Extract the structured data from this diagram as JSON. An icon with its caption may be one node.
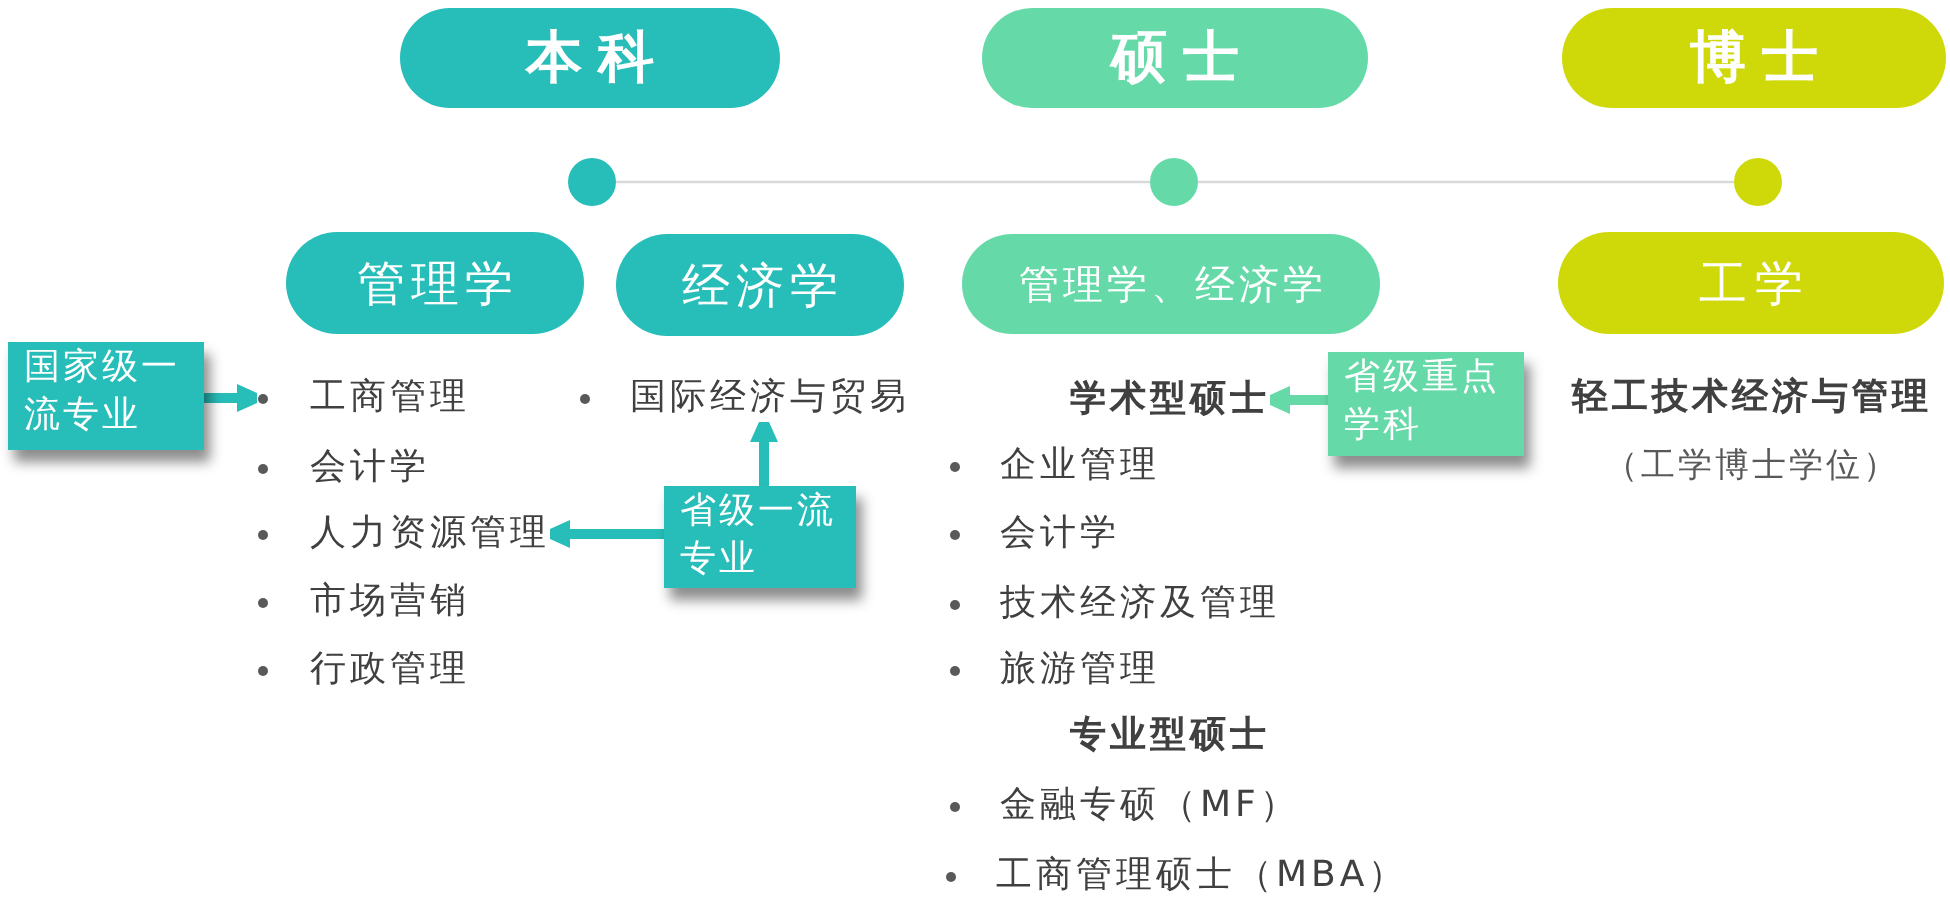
{
  "diagram": {
    "nodes": [
      {
        "text": [
          "本科"
        ]
      },
      {
        "text": [
          "硕士"
        ]
      },
      {
        "text": [
          "博士"
        ]
      },
      {
        "text": [],
        "shape": "circle"
      },
      {
        "text": [],
        "shape": "circle"
      },
      {
        "text": [],
        "shape": "circle"
      },
      {
        "text": [
          "管理学"
        ]
      },
      {
        "text": [
          "经济学"
        ]
      },
      {
        "text": [
          "管理学、经济学"
        ]
      },
      {
        "text": [
          "工学"
        ]
      },
      {
        "text": [
          "国家级一流专业"
        ]
      },
      {
        "text": [
          "工商管理"
        ]
      },
      {
        "text": [
          "国际经济与贸易"
        ]
      },
      {
        "text": [
          "学术型硕士"
        ]
      },
      {
        "text": [
          "省级重点学科"
        ]
      },
      {
        "text": [
          "人力资源管理"
        ]
      },
      {
        "text": [
          "省级一流专业"
        ]
      }
    ],
    "edges": [
      {
        "from": 3,
        "to": 4,
        "arrow": "none",
        "color": "#d9d9d9"
      },
      {
        "from": 4,
        "to": 5,
        "arrow": "none",
        "color": "#d9d9d9"
      },
      {
        "from": 10,
        "to": 11,
        "arrow": "to"
      },
      {
        "from": 14,
        "to": 13,
        "arrow": "to",
        "color": "#66d9a9"
      },
      {
        "from": 16,
        "to": 12,
        "arrow": "to"
      },
      {
        "from": 16,
        "to": 15,
        "arrow": "to"
      }
    ],
    "labels": [
      "会计学",
      "市场营销",
      "行政管理",
      "企业管理",
      "会计学",
      "技术经济及管理",
      "旅游管理",
      "专业型硕士",
      "金融专硕（MF）",
      "工商管理硕士（MBA）",
      "轻工技术经济与管理",
      "（工学博士学位）"
    ]
  }
}
